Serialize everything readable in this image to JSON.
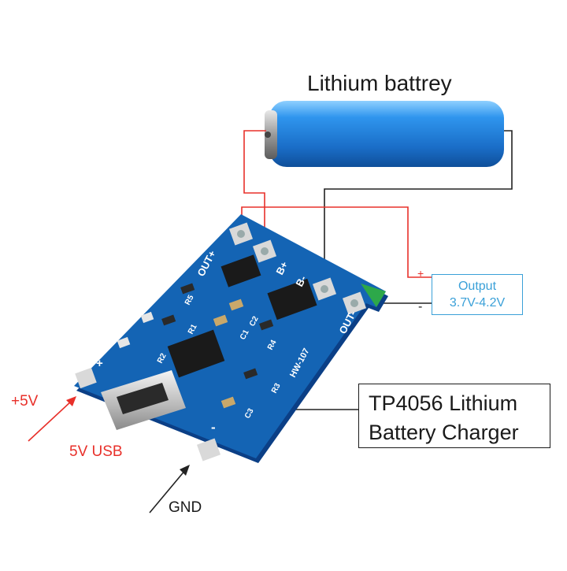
{
  "title": "Lithium battrey",
  "labels": {
    "plus_5v": "+5V",
    "usb_5v": "5V USB",
    "gnd": "GND"
  },
  "output_box": {
    "line1": "Output",
    "line2": "3.7V-4.2V",
    "plus": "+",
    "minus": "-"
  },
  "chip_box": {
    "line1": "TP4056 Lithium",
    "line2": "Battery Charger"
  },
  "board": {
    "pad_out_plus": "OUT+",
    "pad_b_plus": "B+",
    "pad_b_minus": "B-",
    "pad_out_minus": "OUT-",
    "model": "HW-107",
    "r1": "R1",
    "r2": "R2",
    "r3": "R3",
    "r4": "R4",
    "r5": "R5",
    "c1": "C1",
    "c2": "C2",
    "c3": "C3",
    "in_plus": "+",
    "in_minus": "-"
  },
  "colors": {
    "board_blue": "#1464b4",
    "battery_blue": "#1e7fd8",
    "wire_red": "#e8302a",
    "wire_black": "#222222",
    "output_blue": "#3aa0d8"
  }
}
